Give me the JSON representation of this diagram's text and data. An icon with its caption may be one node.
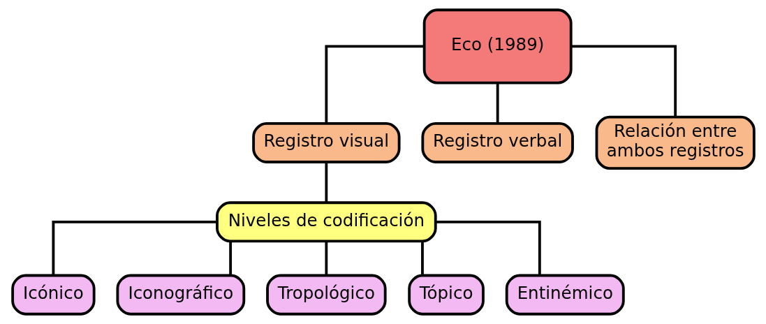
{
  "diagram": {
    "nodes": [
      {
        "text": [
          "Eco (1989)"
        ]
      },
      {
        "text": [
          "Registro visual"
        ]
      },
      {
        "text": [
          "Registro verbal"
        ]
      },
      {
        "text": [
          "Relación entre ambos registros"
        ]
      },
      {
        "text": [
          "Niveles de codificación"
        ]
      },
      {
        "text": [
          "Icónico"
        ]
      },
      {
        "text": [
          "Iconográfico"
        ]
      },
      {
        "text": [
          "Tropológico"
        ]
      },
      {
        "text": [
          "Tópico"
        ]
      },
      {
        "text": [
          "Entinémico"
        ]
      }
    ],
    "edges": [
      {
        "from": 0,
        "to": 1,
        "arrow": "none"
      },
      {
        "from": 0,
        "to": 2,
        "arrow": "none"
      },
      {
        "from": 0,
        "to": 3,
        "arrow": "none"
      },
      {
        "from": 1,
        "to": 4,
        "arrow": "none"
      },
      {
        "from": 4,
        "to": 5,
        "arrow": "none"
      },
      {
        "from": 4,
        "to": 6,
        "arrow": "none"
      },
      {
        "from": 4,
        "to": 7,
        "arrow": "none"
      },
      {
        "from": 4,
        "to": 8,
        "arrow": "none"
      },
      {
        "from": 4,
        "to": 9,
        "arrow": "none"
      }
    ]
  }
}
